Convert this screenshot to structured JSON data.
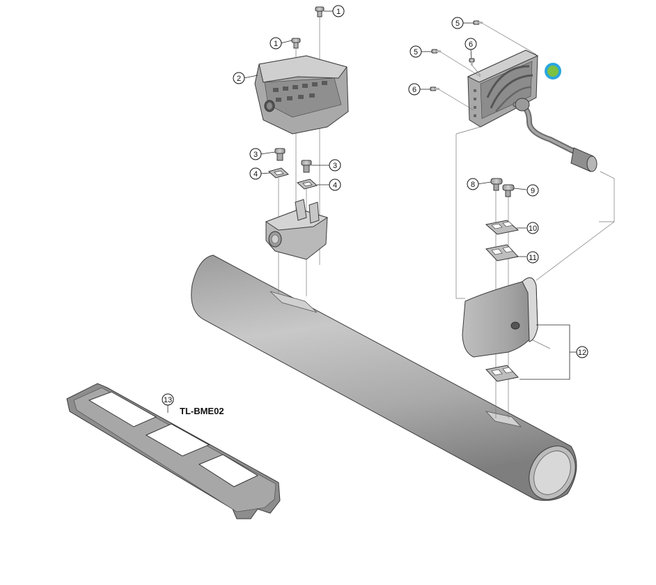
{
  "callouts": [
    {
      "id": "c1a",
      "label": "1"
    },
    {
      "id": "c1b",
      "label": "1"
    },
    {
      "id": "c2",
      "label": "2"
    },
    {
      "id": "c3a",
      "label": "3"
    },
    {
      "id": "c3b",
      "label": "3"
    },
    {
      "id": "c4a",
      "label": "4"
    },
    {
      "id": "c4b",
      "label": "4"
    },
    {
      "id": "c5a",
      "label": "5"
    },
    {
      "id": "c5b",
      "label": "5"
    },
    {
      "id": "c6a",
      "label": "6"
    },
    {
      "id": "c6b",
      "label": "6"
    },
    {
      "id": "c8",
      "label": "8"
    },
    {
      "id": "c9",
      "label": "9"
    },
    {
      "id": "c10",
      "label": "10"
    },
    {
      "id": "c11",
      "label": "11"
    },
    {
      "id": "c12",
      "label": "12"
    },
    {
      "id": "c13",
      "label": "13"
    }
  ],
  "tool_label": "TL-BME02",
  "colors": {
    "part_fill": "#bdbdbd",
    "part_dark": "#8e8e8e",
    "part_light": "#d9d9d9",
    "highlight_green": "#7cc142",
    "highlight_ring": "#2aa6e0"
  },
  "icons": [
    "bolt-icon",
    "gasket-icon",
    "cable-connector-icon"
  ]
}
